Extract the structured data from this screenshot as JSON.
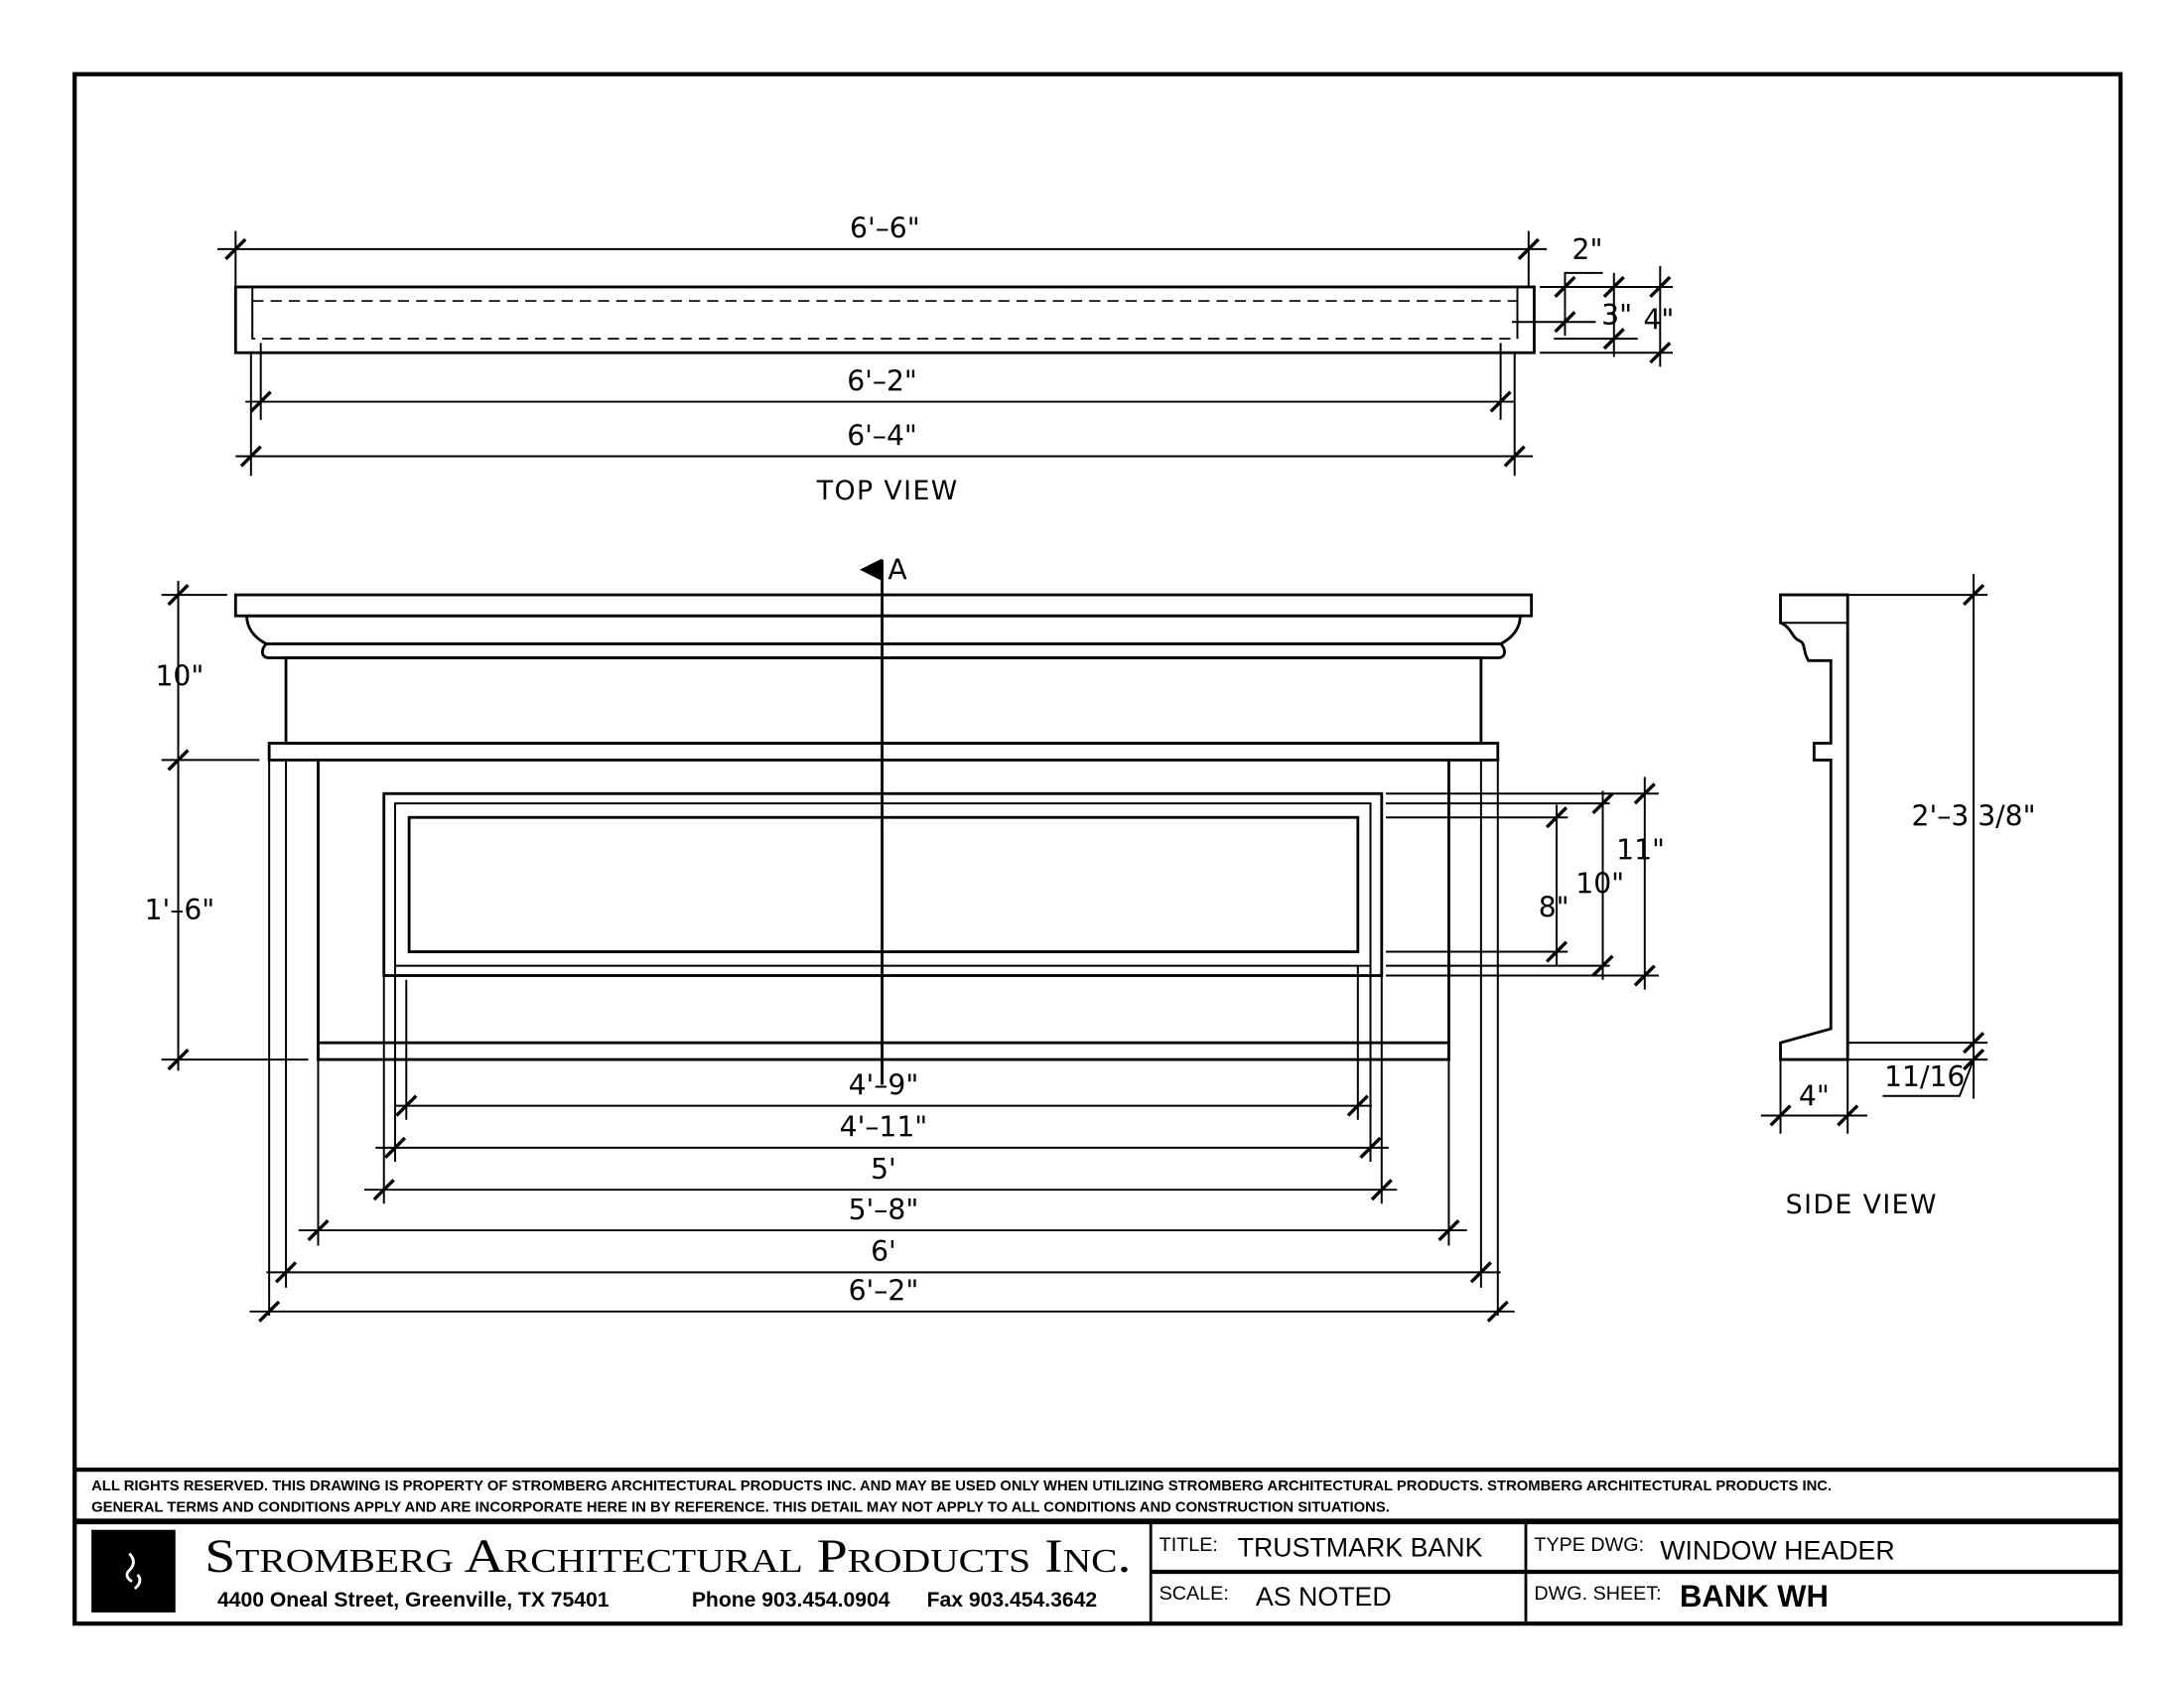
{
  "top_view": {
    "label": "TOP VIEW",
    "dims": {
      "overall": "6'–6\"",
      "inner": "6'–2\"",
      "mid": "6'–4\"",
      "d2": "2\"",
      "d3": "3\"",
      "d4": "4\""
    }
  },
  "front_view": {
    "section_marker": "A",
    "dims_left": {
      "cornice": "10\"",
      "body": "1'–6\""
    },
    "dims_right": {
      "d8": "8\"",
      "d10": "10\"",
      "d11": "11\""
    },
    "dims_bottom": [
      "4'–9\"",
      "4'–11\"",
      "5'",
      "5'–8\"",
      "6'",
      "6'–2\""
    ]
  },
  "side_view": {
    "label": "SIDE VIEW",
    "dims": {
      "height": "2'–3 3/8\"",
      "lip": "11/16",
      "depth": "4\""
    }
  },
  "notes": {
    "line1": "ALL RIGHTS RESERVED. THIS DRAWING IS PROPERTY OF STROMBERG ARCHITECTURAL PRODUCTS INC. AND MAY BE USED ONLY WHEN UTILIZING STROMBERG ARCHITECTURAL PRODUCTS.  STROMBERG ARCHITECTURAL PRODUCTS INC.",
    "line2": "GENERAL TERMS AND CONDITIONS APPLY AND ARE INCORPORATE HERE IN BY REFERENCE.  THIS DETAIL MAY NOT APPLY TO ALL CONDITIONS AND CONSTRUCTION SITUATIONS."
  },
  "title_block": {
    "company": "Stromberg Architectural Products Inc.",
    "address": "4400 Oneal Street, Greenville, TX  75401",
    "phone": "Phone 903.454.0904",
    "fax": "Fax 903.454.3642",
    "title_label": "TITLE:",
    "title_value": "TRUSTMARK BANK",
    "type_label": "TYPE DWG:",
    "type_value": "WINDOW HEADER",
    "scale_label": "SCALE:",
    "scale_value": "AS NOTED",
    "sheet_label": "DWG. SHEET:",
    "sheet_value": "BANK WH"
  }
}
